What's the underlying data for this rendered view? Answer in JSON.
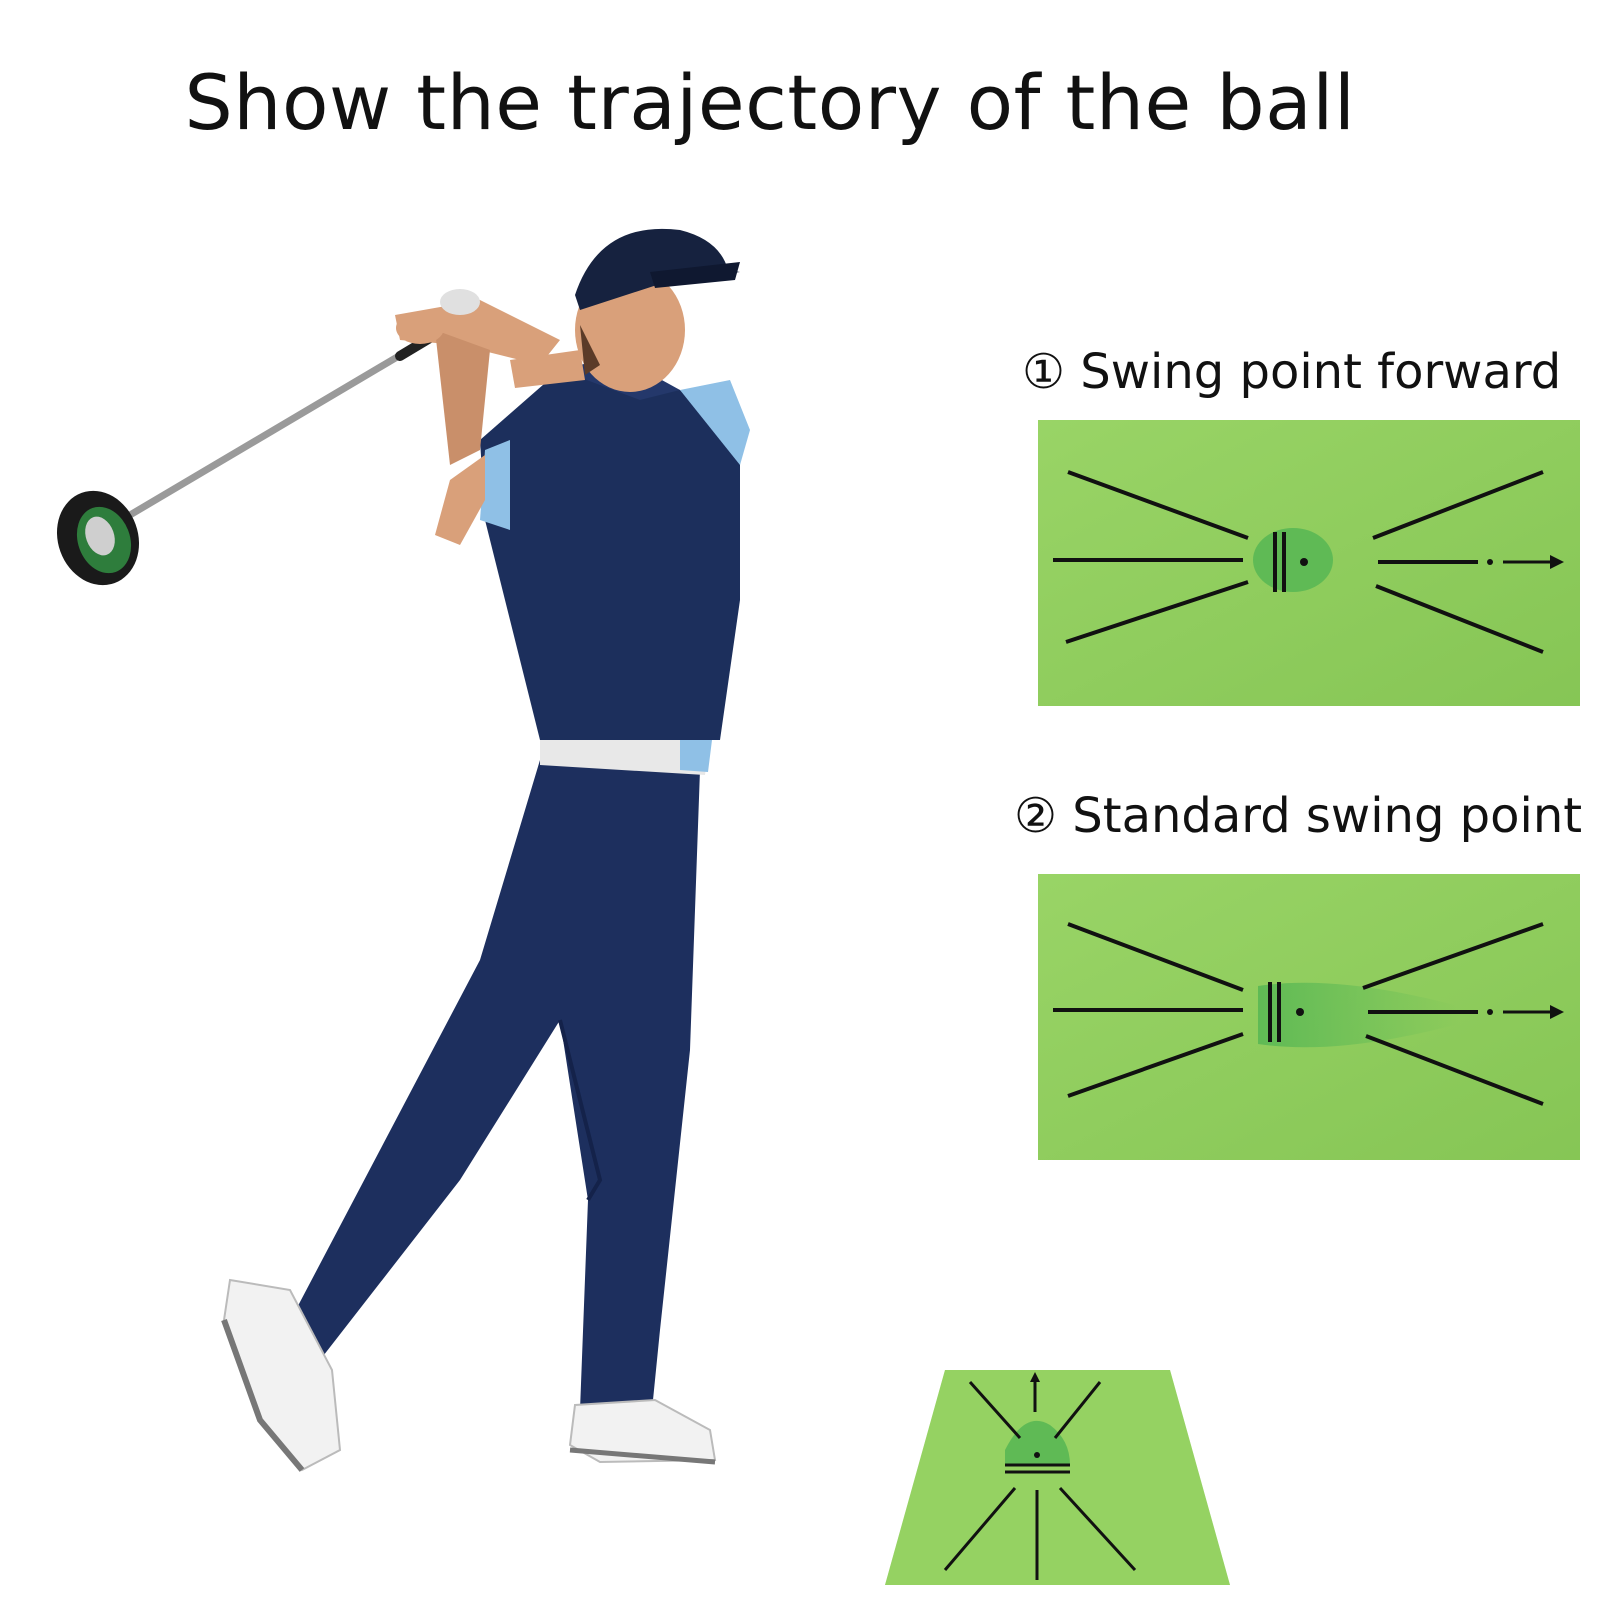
{
  "headline": "Show the trajectory of the ball",
  "panels": [
    {
      "marker": "①",
      "label": "Swing point forward"
    },
    {
      "marker": "②",
      "label": "Standard swing point"
    }
  ],
  "colors": {
    "mat_green": "#8dcc5a",
    "mat_light": "#a5dc72",
    "impact_mark": "#5fba55",
    "line": "#111111",
    "shirt": "#1c2f5c",
    "pants": "#1d2f5e",
    "cap": "#16223f",
    "skin": "#d9a07a"
  }
}
